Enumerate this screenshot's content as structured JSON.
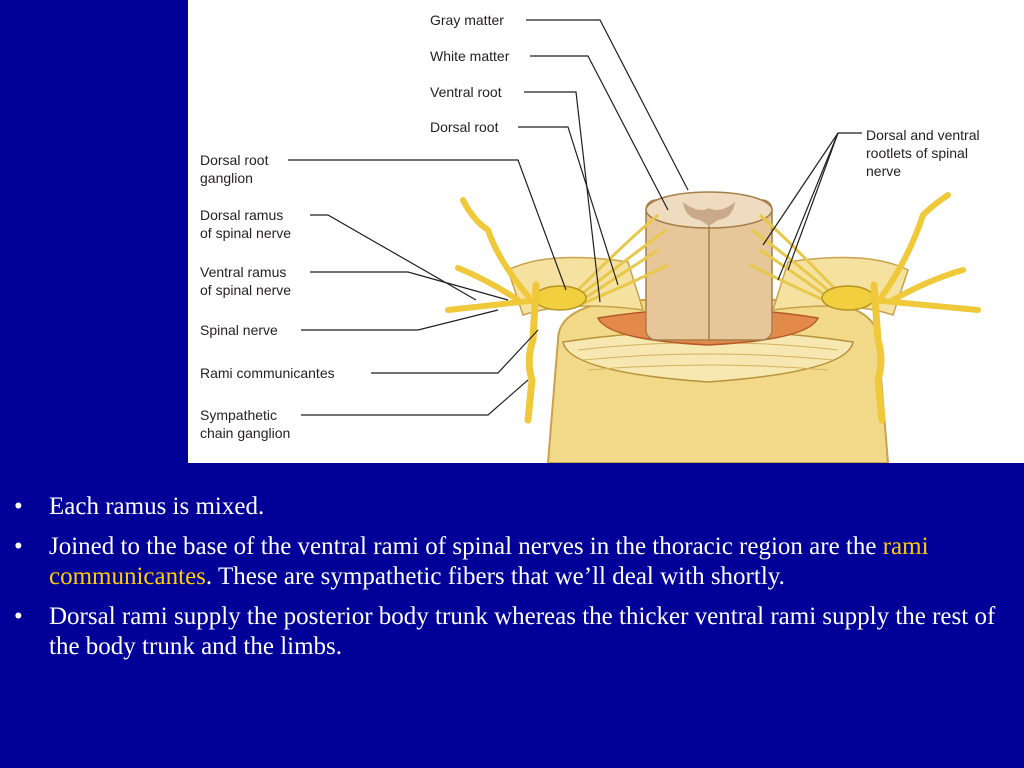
{
  "figure": {
    "labels": {
      "gray_matter": "Gray matter",
      "white_matter": "White matter",
      "ventral_root": "Ventral root",
      "dorsal_root": "Dorsal root",
      "drg": "Dorsal root\nganglion",
      "dorsal_ramus": "Dorsal ramus\nof spinal nerve",
      "ventral_ramus": "Ventral ramus\nof spinal nerve",
      "spinal_nerve": "Spinal nerve",
      "rami_comm": "Rami communicantes",
      "sympathetic": "Sympathetic\nchain ganglion",
      "rootlets": "Dorsal and ventral\nrootlets of spinal\nnerve"
    }
  },
  "bullets": {
    "bullet_glyph": "•",
    "b1": "Each ramus is mixed.",
    "b2_pre": "Joined to the base of the ventral rami of spinal nerves in the thoracic region are the ",
    "b2_hl": "rami communicantes",
    "b2_post": ".  These are sympathetic fibers that we’ll deal with shortly.",
    "b3": "Dorsal rami supply the posterior body trunk whereas the thicker ventral rami supply the rest of the body trunk and the limbs."
  },
  "colors": {
    "background": "#000099",
    "text": "#ffffff",
    "highlight": "#ffcc00"
  }
}
